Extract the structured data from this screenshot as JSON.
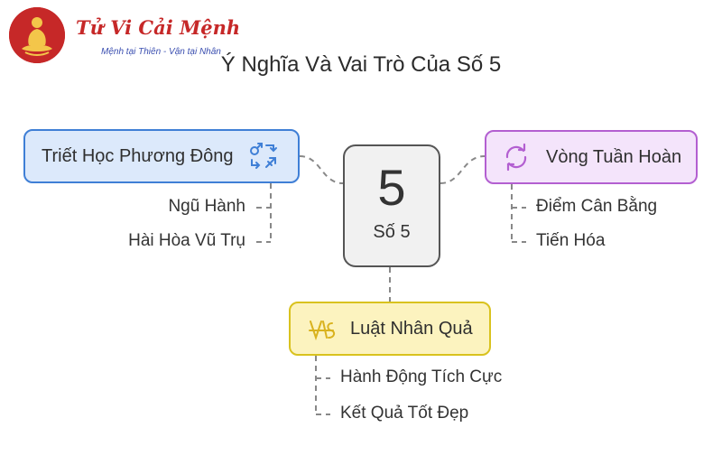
{
  "brand": {
    "name": "Tử Vi Cải Mệnh",
    "tagline": "Mệnh tại Thiên - Vận tại Nhân"
  },
  "title": "Ý Nghĩa Và Vai Trò Của Số 5",
  "center": {
    "number": "5",
    "label": "Số 5"
  },
  "left": {
    "label": "Triết Học Phương Đông",
    "icon": "gender-arrows-icon",
    "color": "#3f7fd6",
    "items": [
      "Ngũ Hành",
      "Hài Hòa Vũ Trụ"
    ]
  },
  "right": {
    "label": "Vòng Tuần Hoàn",
    "icon": "cycle-arrows-icon",
    "color": "#b35fd1",
    "items": [
      "Điểm Cân Bằng",
      "Tiến Hóa"
    ]
  },
  "bottom": {
    "label": "Luật Nhân Quả",
    "icon": "scales-icon",
    "color": "#d9c21e",
    "items": [
      "Hành Động Tích Cực",
      "Kết Quả Tốt Đẹp"
    ]
  }
}
